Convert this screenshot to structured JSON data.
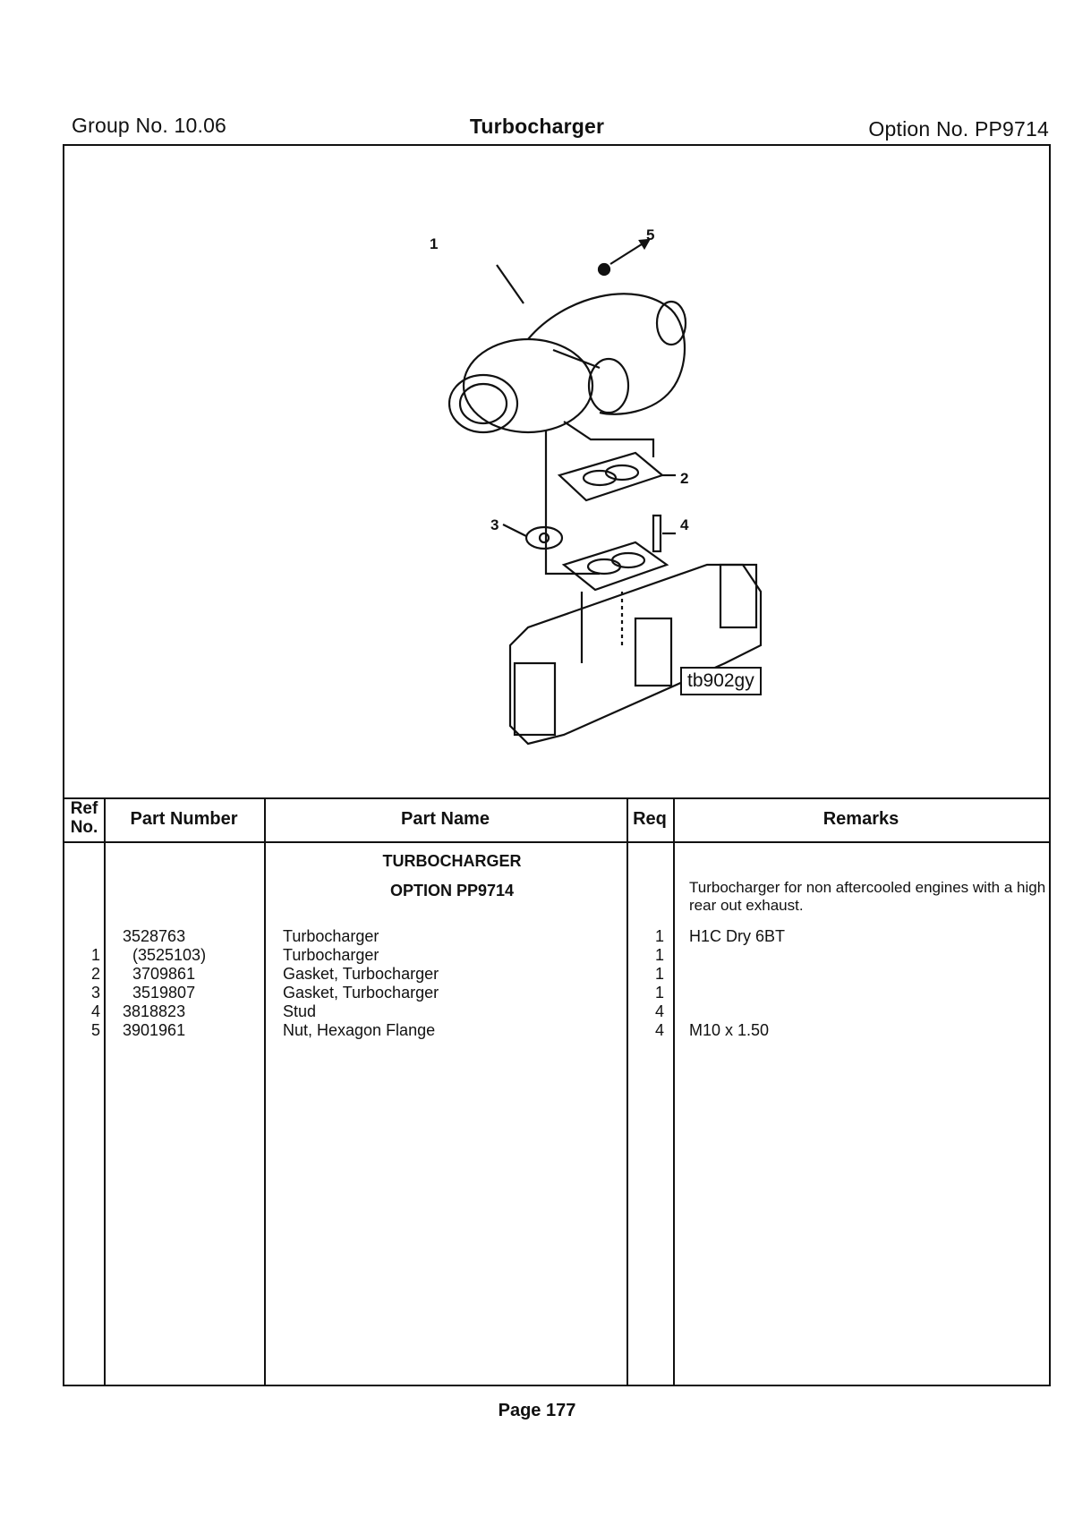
{
  "header": {
    "group": "Group No. 10.06",
    "title": "Turbocharger",
    "option": "Option No. PP9714"
  },
  "figure": {
    "code": "tb902gy",
    "callouts": [
      "1",
      "2",
      "3",
      "4",
      "5"
    ]
  },
  "table": {
    "headers": {
      "ref_line1": "Ref",
      "ref_line2": "No.",
      "part_number": "Part Number",
      "part_name": "Part Name",
      "req": "Req",
      "remarks": "Remarks"
    },
    "section_title": "TURBOCHARGER",
    "section_option": "OPTION  PP9714",
    "section_remark": "Turbocharger for non aftercooled engines with a high rear out exhaust.",
    "rows": [
      {
        "ref": "",
        "part_number": "3528763",
        "part_name": "Turbocharger",
        "req": "1",
        "remarks": "H1C Dry 6BT"
      },
      {
        "ref": "1",
        "part_number": "(3525103)",
        "part_name": "Turbocharger",
        "req": "1",
        "remarks": ""
      },
      {
        "ref": "2",
        "part_number": "3709861",
        "part_name": "Gasket, Turbocharger",
        "req": "1",
        "remarks": ""
      },
      {
        "ref": "3",
        "part_number": "3519807",
        "part_name": "Gasket, Turbocharger",
        "req": "1",
        "remarks": ""
      },
      {
        "ref": "4",
        "part_number": "3818823",
        "part_name": "Stud",
        "req": "4",
        "remarks": ""
      },
      {
        "ref": "5",
        "part_number": "3901961",
        "part_name": "Nut, Hexagon Flange",
        "req": "4",
        "remarks": "M10 x 1.50"
      }
    ]
  },
  "footer": {
    "page": "Page 177"
  }
}
